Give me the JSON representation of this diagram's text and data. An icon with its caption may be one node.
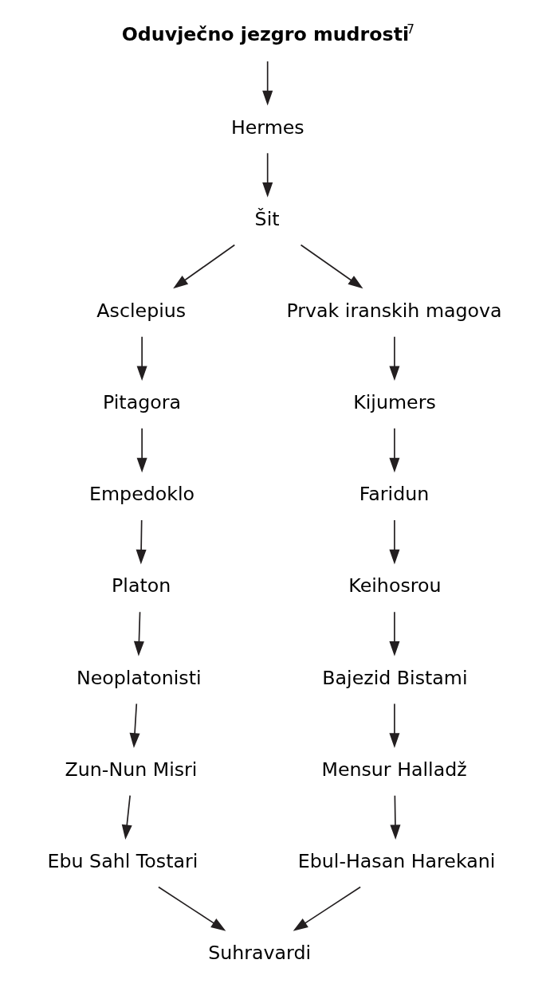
{
  "diagram": {
    "nodes": [
      {
        "text": [
          "Oduvječno jezgro mudrosti"
        ],
        "beside": [
          "7"
        ]
      },
      {
        "text": [
          "Hermes"
        ]
      },
      {
        "text": [
          "Šit"
        ]
      },
      {
        "text": [
          "Asclepius"
        ]
      },
      {
        "text": [
          "Prvak iranskih magova"
        ]
      },
      {
        "text": [
          "Pitagora"
        ]
      },
      {
        "text": [
          "Kijumers"
        ]
      },
      {
        "text": [
          "Empedoklo"
        ]
      },
      {
        "text": [
          "Faridun"
        ]
      },
      {
        "text": [
          "Platon"
        ]
      },
      {
        "text": [
          "Keihosrou"
        ]
      },
      {
        "text": [
          "Neoplatonisti"
        ]
      },
      {
        "text": [
          "Bajezid Bistami"
        ]
      },
      {
        "text": [
          "Zun-Nun Misri"
        ]
      },
      {
        "text": [
          "Mensur Halladž"
        ]
      },
      {
        "text": [
          "Ebu Sahl Tostari"
        ]
      },
      {
        "text": [
          "Ebul-Hasan Harekani"
        ]
      },
      {
        "text": [
          "Suhravardi"
        ]
      }
    ],
    "edges": [
      {
        "from": 0,
        "to": 1,
        "arrow": "to"
      },
      {
        "from": 1,
        "to": 2,
        "arrow": "to"
      },
      {
        "from": 2,
        "to": 3,
        "arrow": "to"
      },
      {
        "from": 2,
        "to": 4,
        "arrow": "to"
      },
      {
        "from": 3,
        "to": 5,
        "arrow": "to"
      },
      {
        "from": 5,
        "to": 7,
        "arrow": "to"
      },
      {
        "from": 7,
        "to": 9,
        "arrow": "to"
      },
      {
        "from": 9,
        "to": 11,
        "arrow": "to"
      },
      {
        "from": 11,
        "to": 13,
        "arrow": "to"
      },
      {
        "from": 13,
        "to": 15,
        "arrow": "to"
      },
      {
        "from": 4,
        "to": 6,
        "arrow": "to"
      },
      {
        "from": 6,
        "to": 8,
        "arrow": "to"
      },
      {
        "from": 8,
        "to": 10,
        "arrow": "to"
      },
      {
        "from": 10,
        "to": 12,
        "arrow": "to"
      },
      {
        "from": 12,
        "to": 14,
        "arrow": "to"
      },
      {
        "from": 14,
        "to": 16,
        "arrow": "to"
      },
      {
        "from": 15,
        "to": 17,
        "arrow": "to"
      },
      {
        "from": 16,
        "to": 17,
        "arrow": "to"
      }
    ]
  }
}
